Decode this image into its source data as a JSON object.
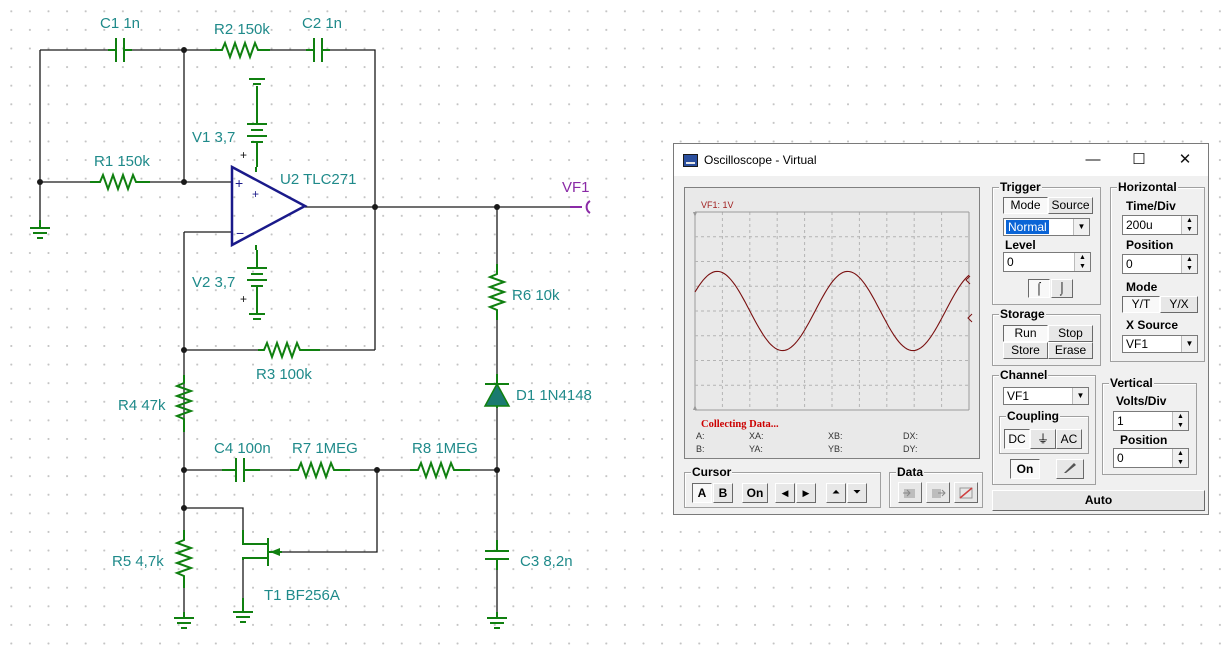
{
  "schematic": {
    "components": {
      "c1": "C1 1n",
      "r2": "R2 150k",
      "c2": "C2 1n",
      "v1": "V1 3,7",
      "r1": "R1 150k",
      "u2": "U2 TLC271",
      "vf1": "VF1",
      "v2": "V2 3,7",
      "r6": "R6 10k",
      "r3": "R3 100k",
      "d1": "D1 1N4148",
      "r4": "R4 47k",
      "c4": "C4 100n",
      "r7": "R7 1MEG",
      "r8": "R8 1MEG",
      "r5": "R5 4,7k",
      "c3": "C3 8,2n",
      "t1": "T1 BF256A"
    },
    "polarity": {
      "plus": "+",
      "minus": "−"
    },
    "colors": {
      "component": "#108010",
      "label": "#1f8a8a",
      "probe": "#8a2aa6",
      "wire": "#1a1a1a"
    }
  },
  "scope": {
    "title": "Oscilloscope - Virtual",
    "window_buttons": {
      "minimize": "—",
      "maximize": "☐",
      "close": "✕"
    },
    "screen": {
      "channel_label": "VF1: 1V",
      "status": "Collecting Data...",
      "readouts": [
        "A:",
        "XA:",
        "XB:",
        "DX:",
        "B:",
        "YA:",
        "YB:",
        "DY:"
      ]
    },
    "trigger": {
      "title": "Trigger",
      "mode_button": "Mode",
      "source_button": "Source",
      "mode_value": "Normal",
      "level_label": "Level",
      "level_value": "0",
      "edge_rising_icon": "⌠",
      "edge_falling_icon": "⌡"
    },
    "horizontal": {
      "title": "Horizontal",
      "time_div_label": "Time/Div",
      "time_div_value": "200u",
      "position_label": "Position",
      "position_value": "0",
      "mode_label": "Mode",
      "yt_button": "Y/T",
      "yx_button": "Y/X",
      "x_source_label": "X Source",
      "x_source_value": "VF1"
    },
    "storage": {
      "title": "Storage",
      "run": "Run",
      "stop": "Stop",
      "store": "Store",
      "erase": "Erase"
    },
    "channel": {
      "title": "Channel",
      "value": "VF1",
      "coupling_label": "Coupling",
      "dc": "DC",
      "gnd": "⏚",
      "ac": "AC",
      "on": "On"
    },
    "vertical": {
      "title": "Vertical",
      "volts_div_label": "Volts/Div",
      "volts_div_value": "1",
      "position_label": "Position",
      "position_value": "0"
    },
    "cursor": {
      "title": "Cursor",
      "a": "A",
      "b": "B",
      "on": "On",
      "left": "◀",
      "right": "▶",
      "up": "⏶",
      "down": "⏷"
    },
    "data": {
      "title": "Data"
    },
    "auto": "Auto",
    "waveform": {
      "type": "sine",
      "amplitude_div": 1.6,
      "cycles_visible": 2.1,
      "color": "#7a1010"
    }
  }
}
